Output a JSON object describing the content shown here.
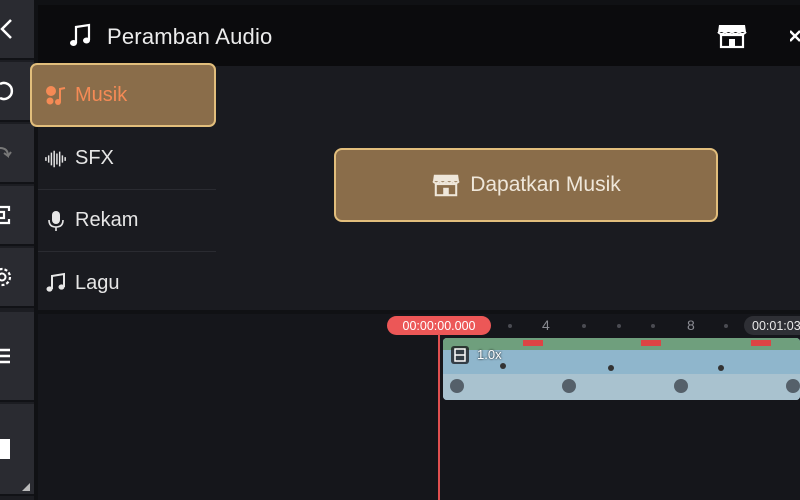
{
  "header": {
    "title": "Peramban Audio",
    "music_icon": "music-note-icon",
    "store_icon": "store-icon",
    "close_icon": "close-icon"
  },
  "rail": {
    "icons": [
      "back-icon",
      "undo-icon",
      "redo-icon",
      "capture-icon",
      "settings-icon",
      "layers-icon",
      "stop-icon"
    ]
  },
  "categories": [
    {
      "label": "Musik",
      "icon": "music-bubbles-icon",
      "active": true
    },
    {
      "label": "SFX",
      "icon": "waveform-icon",
      "active": false
    },
    {
      "label": "Rekam",
      "icon": "microphone-icon",
      "active": false
    },
    {
      "label": "Lagu",
      "icon": "music-note-icon",
      "active": false
    }
  ],
  "content": {
    "get_music_label": "Dapatkan Musik",
    "get_music_icon": "store-icon"
  },
  "timeline": {
    "current_time": "00:00:00.000",
    "end_time": "00:01:03",
    "ticks": [
      "4",
      "8"
    ],
    "clip_speed": "1.0x"
  },
  "colors": {
    "accent_bg": "#8a6d4a",
    "accent_border": "#e2be7c",
    "active_text": "#f58a55",
    "playhead": "#ec5757"
  }
}
